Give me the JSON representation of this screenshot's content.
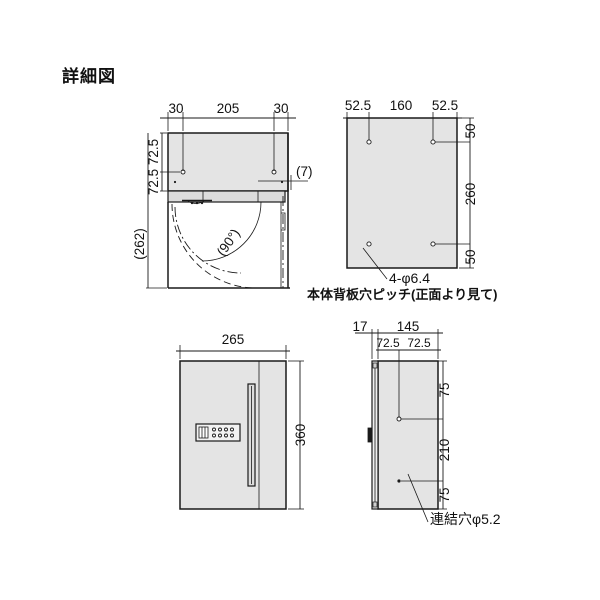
{
  "page": {
    "title": "詳細図",
    "background_color": "#ffffff",
    "line_color": "#1a1a1a",
    "fill_color": "#e4e4e4"
  },
  "views": {
    "top_plan": {
      "name": "top-plan-view",
      "top_dims": [
        "30",
        "205",
        "30"
      ],
      "left_dims": [
        "72.5",
        "72.5"
      ],
      "overall_depth": "(262)",
      "right_dim": "(7)",
      "swing_angle": "(90°)"
    },
    "back_panel": {
      "name": "back-panel-hole-pitch-view",
      "top_dims": [
        "52.5",
        "160",
        "52.5"
      ],
      "right_dims": [
        "50",
        "260",
        "50"
      ],
      "hole_label": "4-φ6.4",
      "caption": "本体背板穴ピッチ(正面より見て)"
    },
    "front_view": {
      "name": "front-elevation-view",
      "width_dim": "265",
      "height_dim": "360"
    },
    "side_view": {
      "name": "side-elevation-view",
      "top_dims": [
        "17",
        "145"
      ],
      "sub_dims": [
        "72.5",
        "72.5"
      ],
      "right_dims": [
        "75",
        "210",
        "75"
      ],
      "hole_label": "連結穴φ5.2"
    }
  }
}
